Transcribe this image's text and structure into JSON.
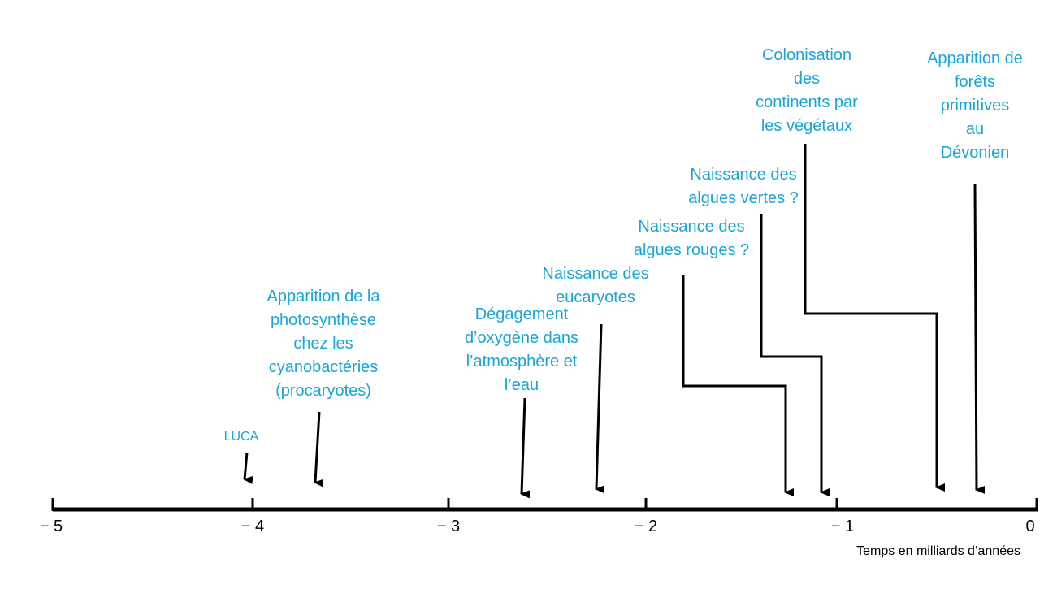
{
  "axis": {
    "title": "Temps en milliards d’années",
    "ticks": [
      {
        "value": -5,
        "label": "− 5"
      },
      {
        "value": -4,
        "label": "− 4"
      },
      {
        "value": -3,
        "label": "− 3"
      },
      {
        "value": -2,
        "label": "− 2"
      },
      {
        "value": -1,
        "label": "− 1"
      },
      {
        "value": 0,
        "label": "0"
      }
    ]
  },
  "events": [
    {
      "id": "luca",
      "label": "LUCA",
      "value": -4.04
    },
    {
      "id": "photosynthese",
      "label": "Apparition de la\nphotosynthèse\nchez les\ncyanobactéries\n(procaryotes)",
      "value": -3.68
    },
    {
      "id": "oxygene",
      "label": "Dégagement\nd’oxygène dans\nl’atmosphère et\nl’eau",
      "value": -2.63
    },
    {
      "id": "eucaryotes",
      "label": "Naissance des\neucaryotes",
      "value": -2.25
    },
    {
      "id": "algues-rouges",
      "label": "Naissance des\nalgues rouges ?",
      "value": -1.27
    },
    {
      "id": "algues-vertes",
      "label": "Naissance des\nalgues vertes ?",
      "value": -1.08
    },
    {
      "id": "colonisation",
      "label": "Colonisation\ndes\ncontinents par\nles végétaux",
      "value": -0.5
    },
    {
      "id": "forets",
      "label": "Apparition de\nforêts\nprimitives\nau\nDévonien",
      "value": -0.3
    }
  ]
}
